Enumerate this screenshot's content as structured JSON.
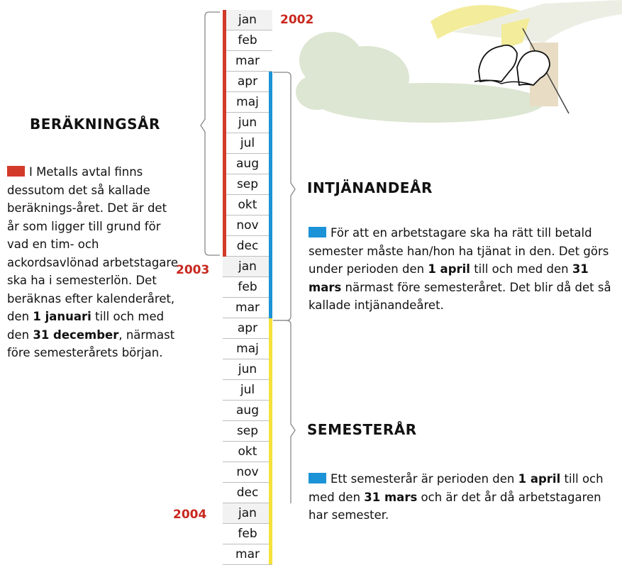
{
  "colors": {
    "berakningsar": "#d23a2a",
    "intjanandear": "#1b93d6",
    "semesterar": "#f4e23a",
    "year_label": "#c8281e"
  },
  "months_2002": [
    "jan",
    "feb",
    "mar",
    "apr",
    "maj",
    "jun",
    "jul",
    "aug",
    "sep",
    "okt",
    "nov",
    "dec"
  ],
  "months_2003": [
    "jan",
    "feb",
    "mar",
    "apr",
    "maj",
    "jun",
    "jul",
    "aug",
    "sep",
    "okt",
    "nov",
    "dec"
  ],
  "months_2004": [
    "jan",
    "feb",
    "mar"
  ],
  "years": {
    "y2002": "2002",
    "y2003": "2003",
    "y2004": "2004"
  },
  "berakningsar": {
    "title": "BERÄKNINGSÅR",
    "text_intro": "I Metalls avtal finns dessutom det så kallade beräknings-året. Det är det år som ligger till grund för vad en tim- och ackordsavlönad arbetstagare ska ha i semesterlön. Det beräknas efter kalenderåret, den",
    "bold1": "1 januari",
    "text_mid": "till och med den",
    "bold2": "31 december",
    "text_end": ", närmast före semesterårets början."
  },
  "intjanandear": {
    "title": "INTJÄNANDEÅR",
    "text_intro": "För att en arbetstagare ska ha rätt till betald semester måste han/hon ha tjänat in den. Det görs under perioden den",
    "bold1": "1 april",
    "text_mid": "till och med den",
    "bold2": "31 mars",
    "text_end": "närmast före semesteråret. Det blir då det så kallade intjänandeåret."
  },
  "semesterar": {
    "title": "SEMESTERÅR",
    "text_intro": "Ett semesterår är perioden den",
    "bold1": "1 april",
    "text_mid": "till och med den",
    "bold2": "31 mars",
    "text_end": "och är det år då arbetstagaren har semester."
  },
  "illustration": "sun-umbrella-couple-illustration"
}
